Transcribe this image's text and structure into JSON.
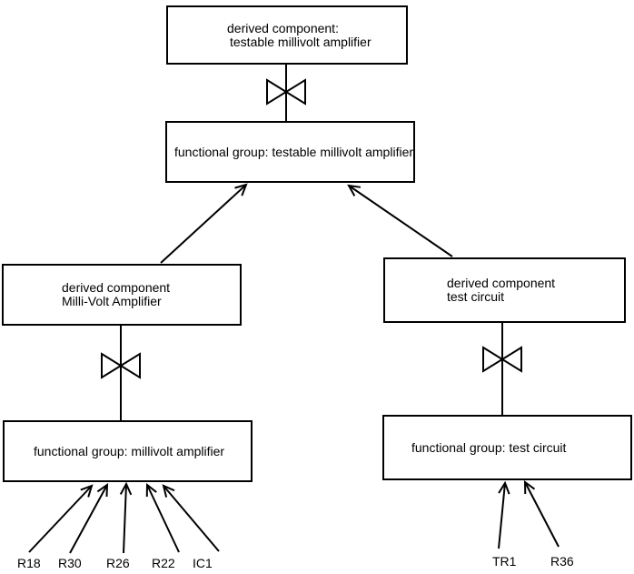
{
  "diagram": {
    "colors": {
      "background": "#ffffff",
      "line": "#000000",
      "text": "#000000"
    },
    "boxes": {
      "derived_testable": {
        "line1": "derived component:",
        "line2": "testable millivolt amplifier"
      },
      "functional_testable": {
        "line1": "functional group: testable millivolt amplifier"
      },
      "derived_millivolt": {
        "line1": "derived component",
        "line2": "Milli-Volt Amplifier"
      },
      "functional_millivolt": {
        "line1": "functional group: millivolt amplifier"
      },
      "derived_test": {
        "line1": "derived component",
        "line2": "test circuit"
      },
      "functional_test": {
        "line1": "functional group: test circuit"
      }
    },
    "component_labels": {
      "millivolt_amplifier": [
        "R18",
        "R30",
        "R26",
        "R22",
        "IC1"
      ],
      "test_circuit": [
        "TR1",
        "R36"
      ]
    }
  }
}
